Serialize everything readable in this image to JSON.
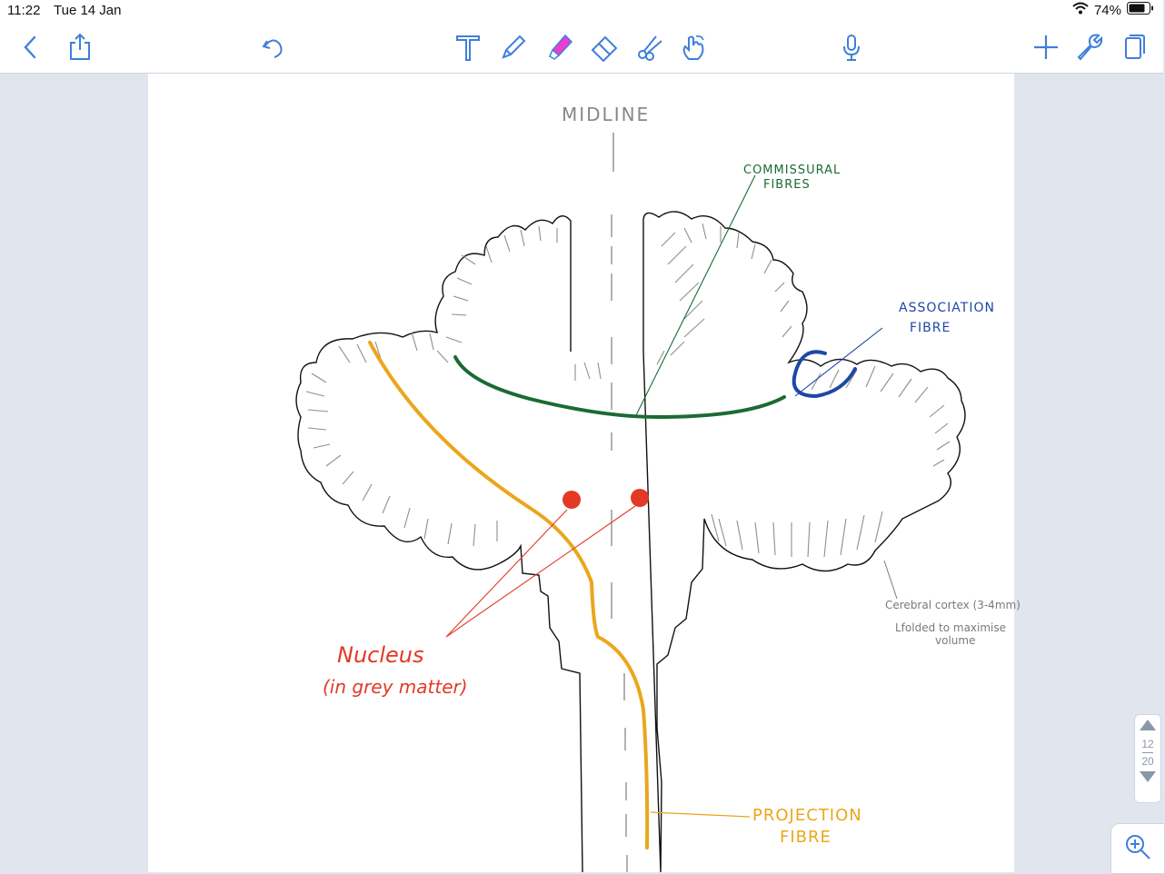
{
  "status_bar": {
    "time": "11:22",
    "date": "Tue 14 Jan",
    "battery": "74%"
  },
  "toolbar": {
    "left": [
      "back-icon",
      "share-icon",
      "undo-icon"
    ],
    "tools": [
      "text-tool-icon",
      "pen-tool-icon",
      "highlighter-tool-icon",
      "eraser-tool-icon",
      "lasso-tool-icon",
      "hand-tool-icon"
    ],
    "right": [
      "microphone-icon",
      "add-icon",
      "settings-icon",
      "pages-icon"
    ],
    "accent": "#3f7fd9",
    "highlighter_color": "#e83fd0"
  },
  "drawing": {
    "midline": "MIDLINE",
    "commissural": [
      "COMMISSURAL",
      "FIBRES"
    ],
    "association": [
      "ASSOCIATION",
      "FIBRE"
    ],
    "cortex": [
      "Cerebral cortex (3-4mm)",
      "Lfolded to maximise",
      "volume"
    ],
    "nucleus": [
      "Nucleus",
      "(in grey matter)"
    ],
    "projection": [
      "PROJECTION",
      "FIBRE"
    ],
    "colors": {
      "commissural": "#1a6b32",
      "association": "#1e47a8",
      "projection": "#eba61c",
      "nucleus": "#e23a26",
      "cortex": "#7a7a7a"
    }
  },
  "pager": {
    "current": "12",
    "total": "20"
  }
}
